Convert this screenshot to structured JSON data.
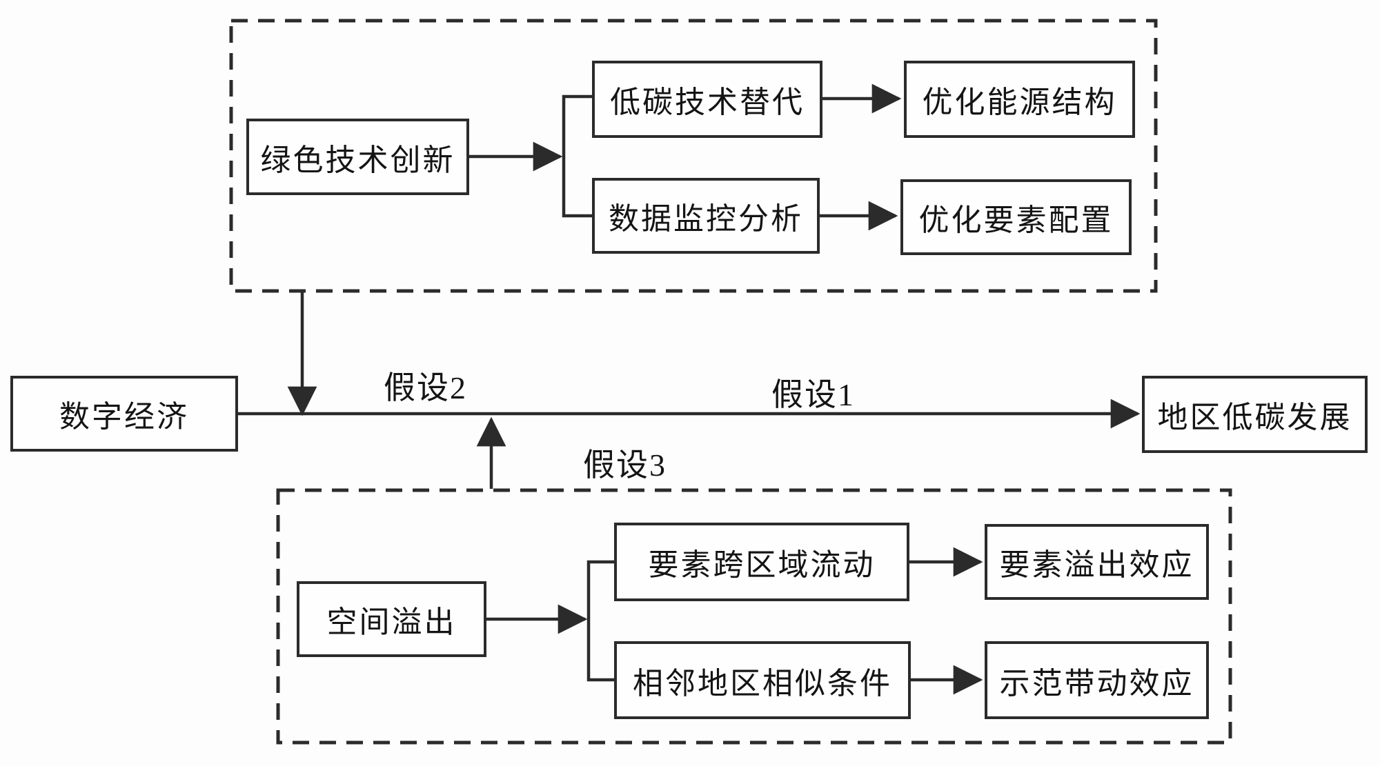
{
  "diagram": {
    "title_hint": "数字经济与地区低碳发展机制假设图",
    "colors": {
      "stroke": "#2b2b2b",
      "text": "#141414",
      "background": "#fdfdfd",
      "node_fill": "#fefefe"
    },
    "nodes": {
      "digital_economy": {
        "label": "数字经济"
      },
      "regional_low_carbon_development": {
        "label": "地区低碳发展"
      },
      "green_tech_innovation": {
        "label": "绿色技术创新"
      },
      "low_carbon_tech_substitution": {
        "label": "低碳技术替代"
      },
      "optimize_energy_structure": {
        "label": "优化能源结构"
      },
      "data_monitoring_analysis": {
        "label": "数据监控分析"
      },
      "optimize_factor_allocation": {
        "label": "优化要素配置"
      },
      "spatial_spillover": {
        "label": "空间溢出"
      },
      "factor_cross_region_flow": {
        "label": "要素跨区域流动"
      },
      "factor_spillover_effect": {
        "label": "要素溢出效应"
      },
      "adjacent_region_similar_conditions": {
        "label": "相邻地区相似条件"
      },
      "demonstration_driving_effect": {
        "label": "示范带动效应"
      }
    },
    "hypothesis_labels": {
      "h1": {
        "label": "假设1"
      },
      "h2": {
        "label": "假设2"
      },
      "h3": {
        "label": "假设3"
      }
    },
    "edges": [
      {
        "from": "digital_economy",
        "to": "regional_low_carbon_development",
        "label": "假设1"
      },
      {
        "from": "green_tech_innovation_group",
        "to": "数字经济→地区低碳发展主线",
        "label": "假设2"
      },
      {
        "from": "spatial_spillover_group",
        "to": "数字经济→地区低碳发展主线",
        "label": "假设3"
      },
      {
        "from": "green_tech_innovation",
        "to": "low_carbon_tech_substitution",
        "label": ""
      },
      {
        "from": "green_tech_innovation",
        "to": "data_monitoring_analysis",
        "label": ""
      },
      {
        "from": "low_carbon_tech_substitution",
        "to": "optimize_energy_structure",
        "label": ""
      },
      {
        "from": "data_monitoring_analysis",
        "to": "optimize_factor_allocation",
        "label": ""
      },
      {
        "from": "spatial_spillover",
        "to": "factor_cross_region_flow",
        "label": ""
      },
      {
        "from": "spatial_spillover",
        "to": "adjacent_region_similar_conditions",
        "label": ""
      },
      {
        "from": "factor_cross_region_flow",
        "to": "factor_spillover_effect",
        "label": ""
      },
      {
        "from": "adjacent_region_similar_conditions",
        "to": "demonstration_driving_effect",
        "label": ""
      }
    ]
  }
}
